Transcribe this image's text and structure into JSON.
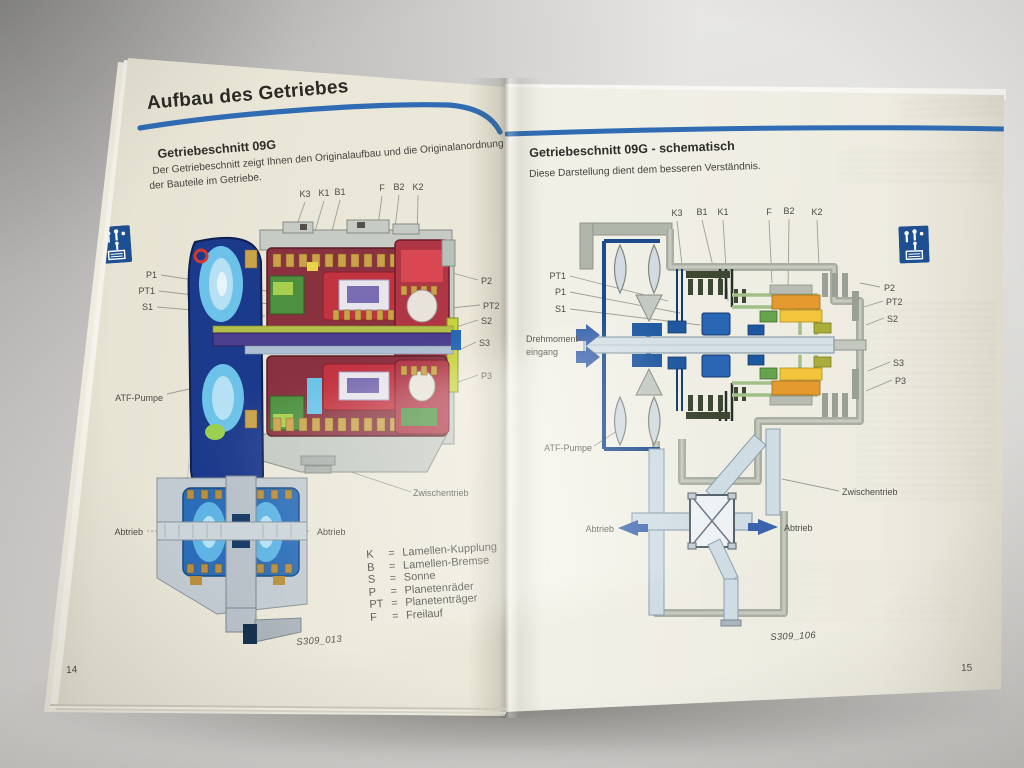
{
  "book": {
    "left_page": {
      "page_number": "14",
      "chapter_title": "Aufbau des Getriebes",
      "section_title": "Getriebeschnitt 09G",
      "intro_line1": "Der Getriebeschnitt zeigt Ihnen den Originalaufbau und die Originalanordnung",
      "intro_line2": "der Bauteile im Getriebe.",
      "figure_id": "S309_013",
      "diagram_labels": {
        "k3": "K3",
        "k1": "K1",
        "b1": "B1",
        "f": "F",
        "b2": "B2",
        "k2": "K2",
        "p1": "P1",
        "pt1": "PT1",
        "s1": "S1",
        "p2": "P2",
        "pt2": "PT2",
        "s2": "S2",
        "s3": "S3",
        "p3": "P3",
        "atf": "ATF-Pumpe",
        "abtrieb_left": "Abtrieb",
        "abtrieb_right": "Abtrieb",
        "zwischentrieb": "Zwischentrieb"
      },
      "legend": {
        "rows": [
          {
            "key": "K",
            "eq": "=",
            "value": "Lamellen-Kupplung"
          },
          {
            "key": "B",
            "eq": "=",
            "value": "Lamellen-Bremse"
          },
          {
            "key": "S",
            "eq": "=",
            "value": "Sonne"
          },
          {
            "key": "P",
            "eq": "=",
            "value": "Planetenräder"
          },
          {
            "key": "PT",
            "eq": "=",
            "value": "Planetenträger"
          },
          {
            "key": "F",
            "eq": "=",
            "value": "Freilauf"
          }
        ]
      }
    },
    "right_page": {
      "page_number": "15",
      "section_title": "Getriebeschnitt 09G - schematisch",
      "intro_line1": "Diese Darstellung dient dem besseren Verständnis.",
      "figure_id": "S309_106",
      "diagram_labels": {
        "k3": "K3",
        "b1": "B1",
        "k1": "K1",
        "f": "F",
        "b2": "B2",
        "k2": "K2",
        "pt1": "PT1",
        "p1": "P1",
        "s1": "S1",
        "drehmoment_line1": "Drehmoment-",
        "drehmoment_line2": "eingang",
        "atf": "ATF-Pumpe",
        "p2": "P2",
        "pt2": "PT2",
        "s2": "S2",
        "s3": "S3",
        "p3": "P3",
        "abtrieb_left": "Abtrieb",
        "abtrieb_right": "Abtrieb",
        "zwischentrieb": "Zwischentrieb"
      }
    },
    "colors": {
      "accent_blue": "#2f6cb3",
      "page_cream": "#eae7d9",
      "table_grey": "#d8d7d4",
      "diagram_navy": "#1c3a8c",
      "diagram_red": "#c23340",
      "diagram_green": "#4d9140",
      "diagram_gold": "#c9a24a",
      "diagram_orange": "#e59a30",
      "diagram_yellow": "#f2c53c"
    }
  }
}
